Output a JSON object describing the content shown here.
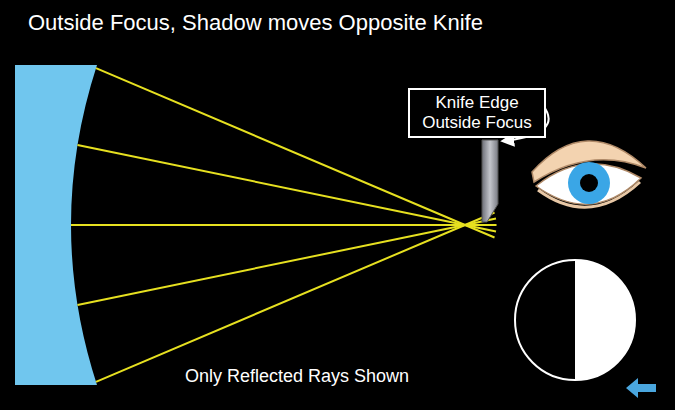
{
  "diagram": {
    "title": "Outside Focus, Shadow moves Opposite Knife",
    "nodes": [
      {
        "text": [
          "Knife Edge Outside Focus"
        ]
      }
    ],
    "labels": [
      "Only Reflected Rays Shown"
    ]
  }
}
